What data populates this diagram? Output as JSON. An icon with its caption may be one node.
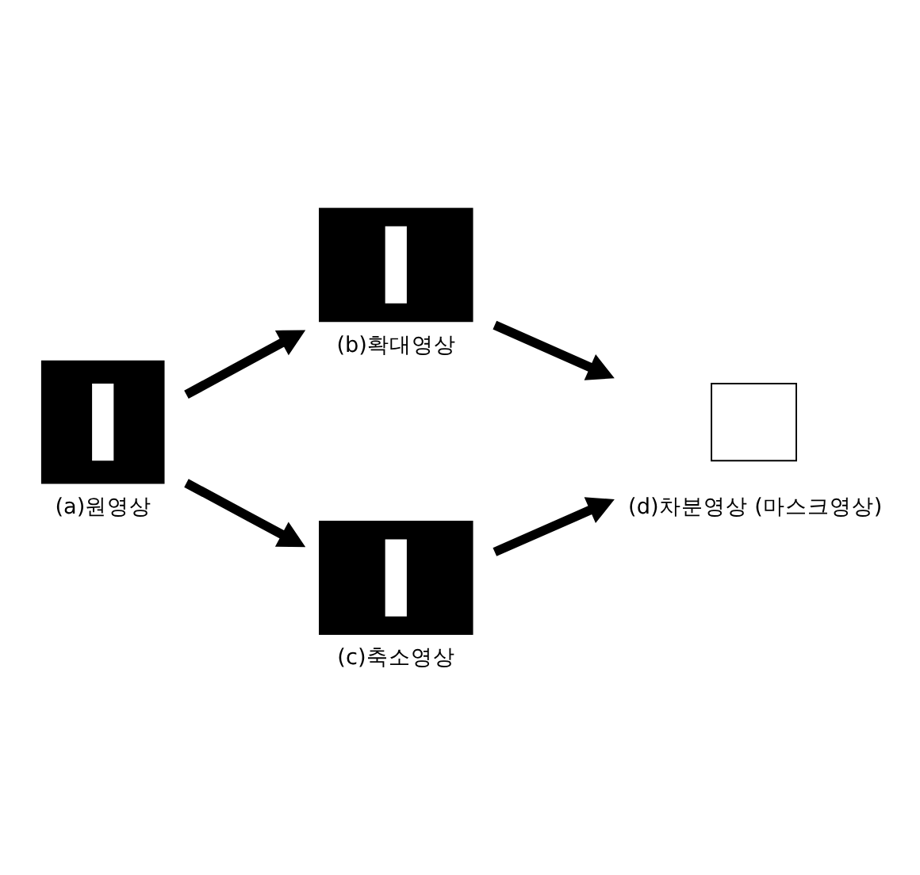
{
  "diagram": {
    "nodes": [
      {
        "text": [
          "(a)원영상"
        ]
      },
      {
        "text": [
          "(b)확대영상"
        ]
      },
      {
        "text": [
          "(c)축소영상"
        ]
      },
      {
        "text": [
          "(d)차분영상 (마스크영상)"
        ]
      }
    ],
    "edges": [
      {
        "from": 0,
        "to": 1,
        "arrow": "to"
      },
      {
        "from": 0,
        "to": 2,
        "arrow": "to"
      },
      {
        "from": 1,
        "to": 3,
        "arrow": "to"
      },
      {
        "from": 2,
        "to": 3,
        "arrow": "to"
      }
    ]
  }
}
